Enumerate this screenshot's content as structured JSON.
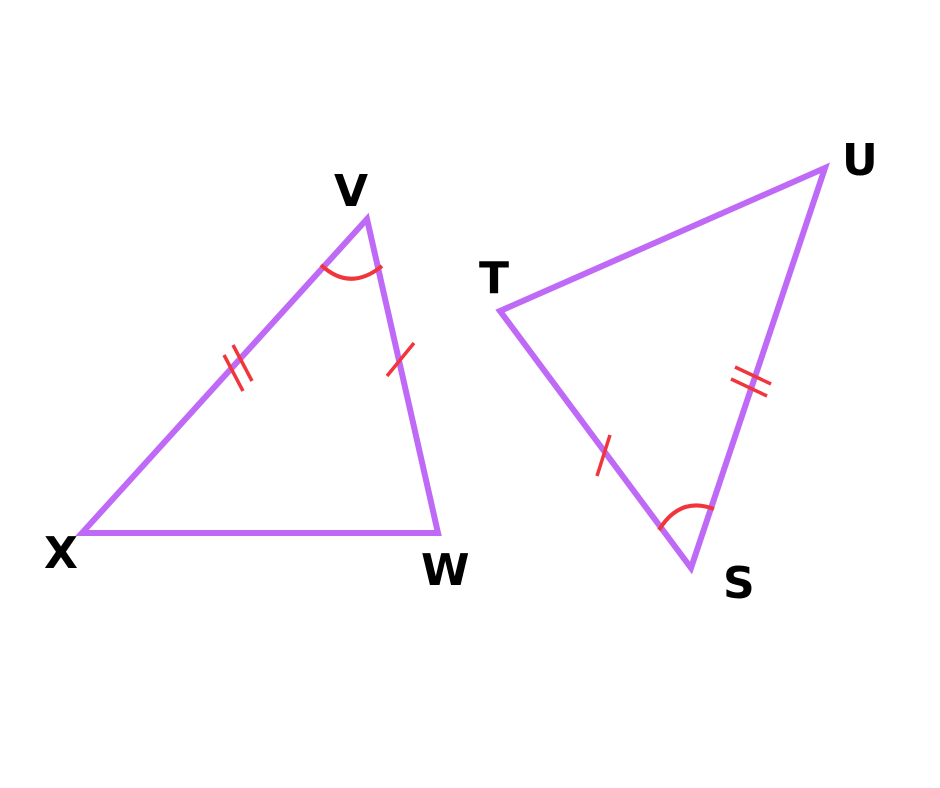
{
  "colors": {
    "background": "#ffffff",
    "triangle_stroke": "#bf6af6",
    "mark_stroke": "#f0363c",
    "label_text": "#000000"
  },
  "triangle_1": {
    "vertices": {
      "v": "V",
      "w": "W",
      "x": "X"
    },
    "marks": {
      "side_vw": "single-tick",
      "side_vx": "double-tick",
      "angle_v": "single-arc"
    }
  },
  "triangle_2": {
    "vertices": {
      "t": "T",
      "u": "U",
      "s": "S"
    },
    "marks": {
      "side_ts": "single-tick",
      "side_su": "double-tick",
      "angle_s": "single-arc"
    }
  }
}
